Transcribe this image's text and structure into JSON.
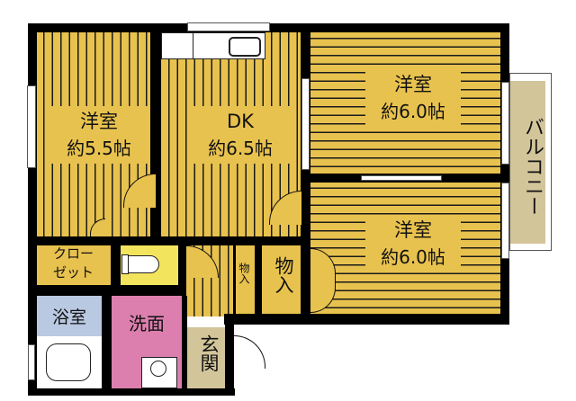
{
  "floor_plan": {
    "rooms": [
      {
        "id": "western-room-left",
        "name": "洋室",
        "size": "約5.5帖"
      },
      {
        "id": "dining-kitchen",
        "name": "DK",
        "size": "約6.5帖"
      },
      {
        "id": "western-room-top-right",
        "name": "洋室",
        "size": "約6.0帖"
      },
      {
        "id": "western-room-bottom-right",
        "name": "洋室",
        "size": "約6.0帖"
      },
      {
        "id": "closet",
        "name": "クロー\nゼット",
        "line1": "クロー",
        "line2": "ゼット"
      },
      {
        "id": "toilet",
        "name": ""
      },
      {
        "id": "storage-small",
        "name": "物入"
      },
      {
        "id": "storage-large",
        "name": "物入"
      },
      {
        "id": "bathroom",
        "name": "浴室"
      },
      {
        "id": "washroom",
        "name": "洗面"
      },
      {
        "id": "entrance",
        "name": "玄関"
      },
      {
        "id": "balcony",
        "name": "バルコニー"
      }
    ]
  },
  "colors": {
    "floor": "#e8c24e",
    "wall": "#000000",
    "toilet": "#f3e45e",
    "bathroom": "#b9c9e2",
    "washroom": "#dc7fae",
    "entrance": "#d3c59a",
    "balcony": "#d3c59a"
  }
}
